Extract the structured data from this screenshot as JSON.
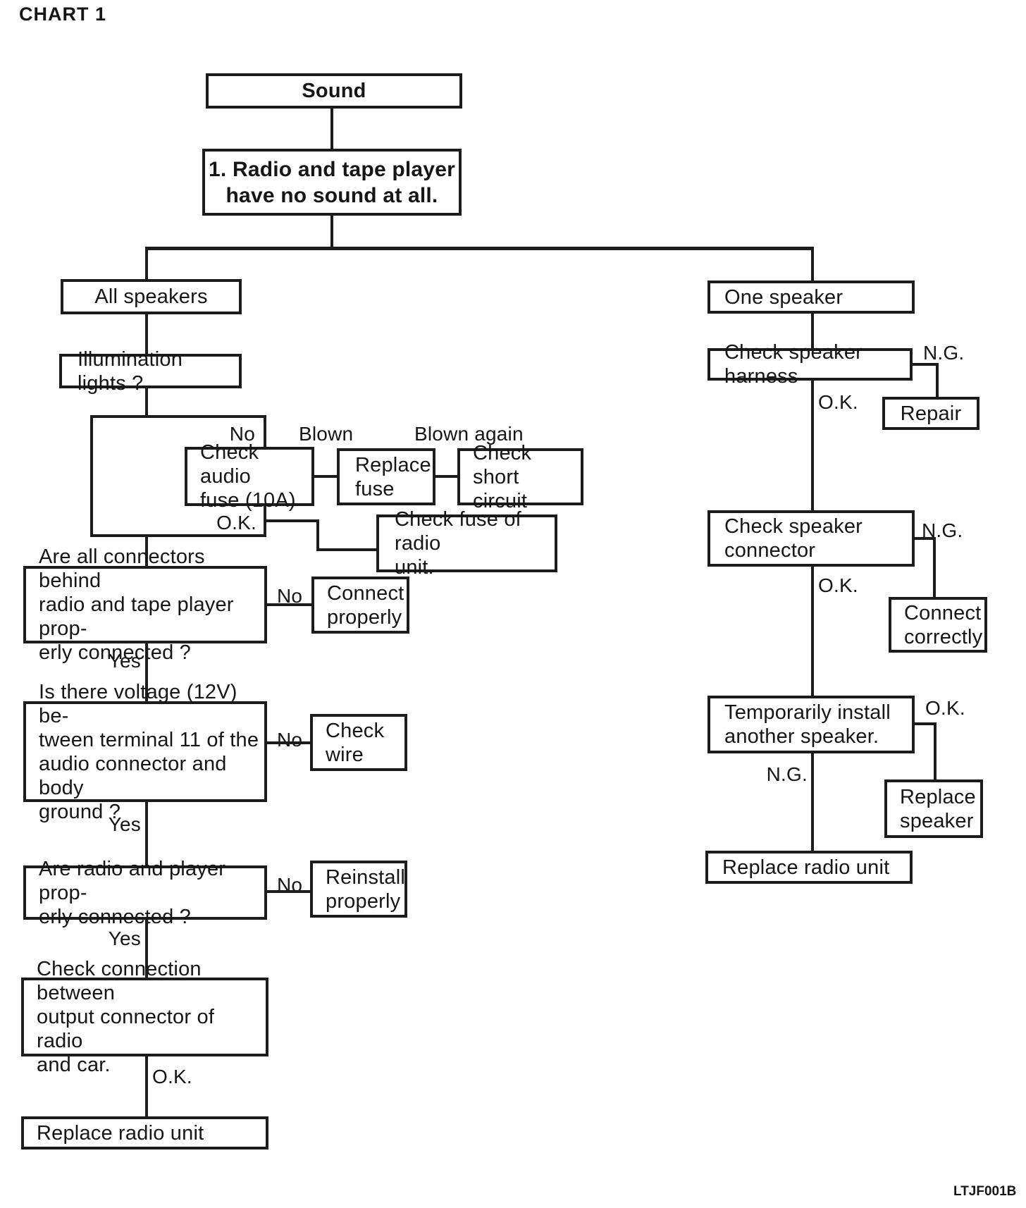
{
  "title": "CHART 1",
  "figure_code": "LTJF001B",
  "diagram": {
    "type": "flowchart",
    "colors": {
      "ink": "#1c1c1c",
      "paper": "#ffffff"
    },
    "nodes": {
      "sound": "Sound",
      "problem": "1. Radio and tape player\nhave no sound at all.",
      "all_speakers": "All speakers",
      "illumination": "Illumination lights ?",
      "check_audio_fuse": "Check audio\nfuse (10A)",
      "replace_fuse": "Replace\nfuse",
      "check_short_circuit": "Check short\ncircuit",
      "check_fuse_radio_unit": "Check fuse of radio\nunit.",
      "connectors_question": "Are all connectors behind\nradio and tape player prop-\nerly connected ?",
      "connect_properly": "Connect\nproperly",
      "voltage_question": "Is there voltage (12V) be-\ntween terminal 11 of the\naudio connector and body\nground ?",
      "check_wire": "Check\nwire",
      "radio_player_question": "Are radio and player prop-\nerly connected ?",
      "reinstall_properly": "Reinstall\nproperly",
      "check_connection_output": "Check connection between\noutput connector of radio\nand car.",
      "replace_radio_unit_left": "Replace radio unit",
      "one_speaker": "One speaker",
      "check_speaker_harness": "Check speaker harness",
      "repair": "Repair",
      "check_speaker_connector": "Check speaker\nconnector",
      "connect_correctly": "Connect\ncorrectly",
      "temporarily_install": "Temporarily install\nanother speaker.",
      "replace_speaker": "Replace\nspeaker",
      "replace_radio_unit_right": "Replace radio unit"
    },
    "edge_labels": {
      "no": "No",
      "yes": "Yes",
      "ok": "O.K.",
      "ng": "N.G.",
      "blown": "Blown",
      "blown_again": "Blown again"
    }
  }
}
